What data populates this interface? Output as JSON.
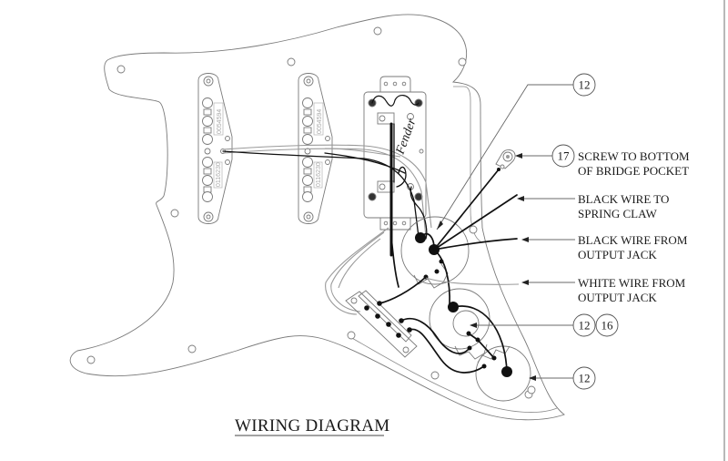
{
  "title": "WIRING DIAGRAM",
  "callouts": [
    {
      "id": "callout-12-top",
      "numbers": [
        "12"
      ]
    },
    {
      "id": "callout-17",
      "numbers": [
        "17"
      ],
      "text_lines": [
        "SCREW TO BOTTOM",
        "OF BRIDGE POCKET"
      ]
    },
    {
      "id": "callout-12-16",
      "numbers": [
        "12",
        "16"
      ]
    },
    {
      "id": "callout-12-bottom",
      "numbers": [
        "12"
      ]
    }
  ],
  "wire_labels": [
    {
      "id": "black-wire-spring-claw",
      "text_lines": [
        "BLACK WIRE  TO",
        "SPRING CLAW"
      ]
    },
    {
      "id": "black-wire-output-jack",
      "text_lines": [
        "BLACK WIRE  FROM",
        "OUTPUT JACK"
      ]
    },
    {
      "id": "white-wire-output-jack",
      "text_lines": [
        "WHITE WIRE FROM",
        "OUTPUT JACK"
      ]
    }
  ],
  "pickups": [
    {
      "name": "neck-pickup",
      "codes": [
        "0054594",
        "0116230"
      ]
    },
    {
      "name": "middle-pickup",
      "codes": [
        "0054594",
        "0116230"
      ]
    },
    {
      "name": "bridge-humbucker",
      "logo": "Fender"
    }
  ],
  "colors": {
    "outline": "#7a7a7a",
    "wire": "#111111",
    "text": "#1a1a1a",
    "background": "#ffffff"
  }
}
